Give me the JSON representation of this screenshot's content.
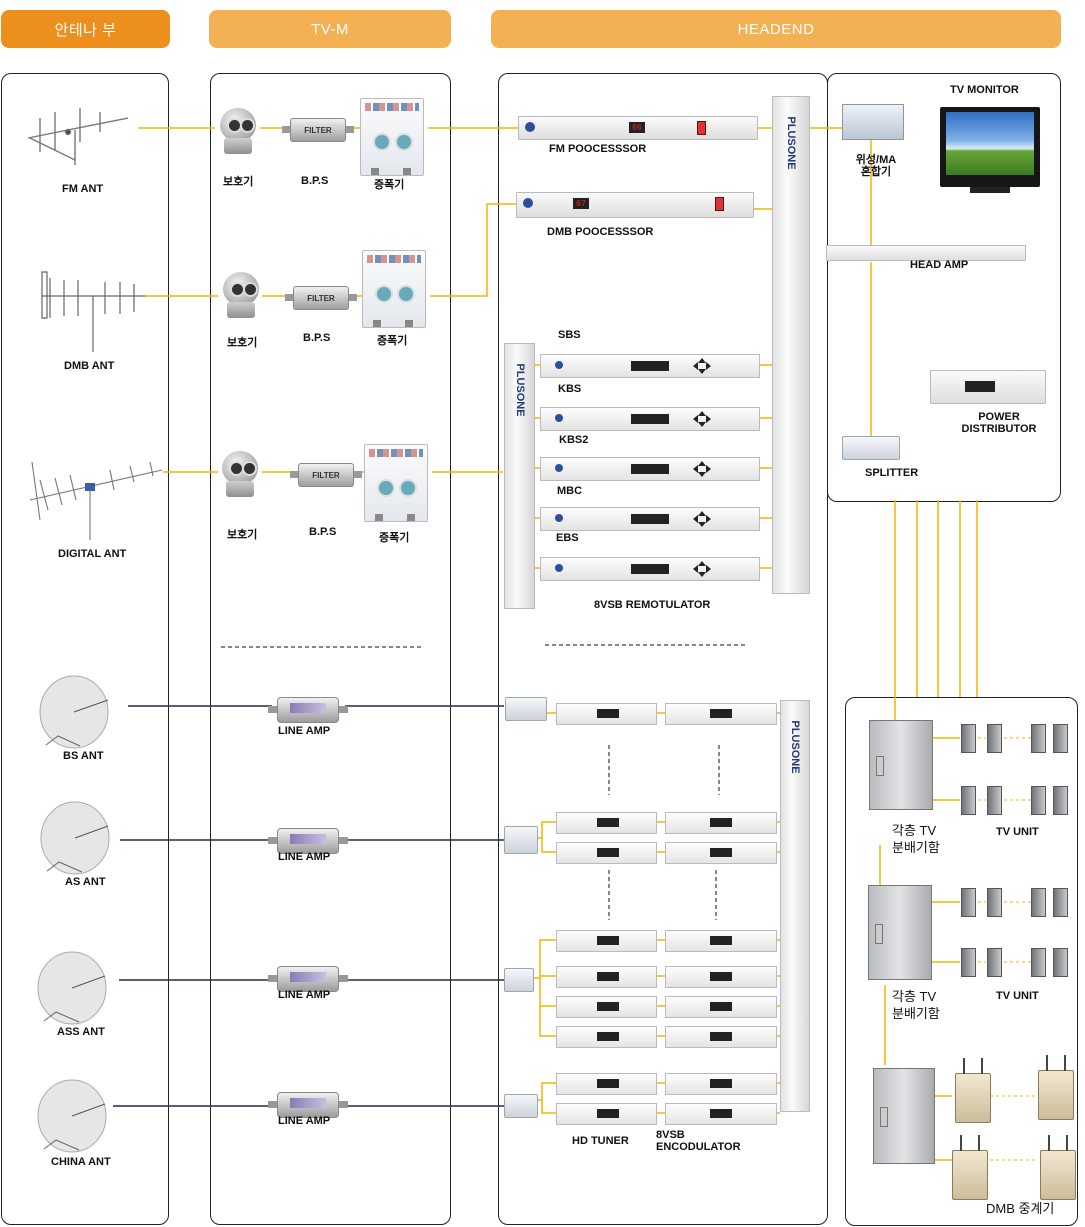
{
  "headers": {
    "antenna": "안테나 부",
    "tvm": "TV-M",
    "headend": "HEADEND"
  },
  "colors": {
    "header_orange": "#ec8f1c",
    "header_light": "#f3b154",
    "line_yellow": "#f5b400",
    "line_navy": "#1f2f4a"
  },
  "antennas": {
    "fm": "FM ANT",
    "dmb": "DMB ANT",
    "digital": "DIGITAL ANT",
    "bs": "BS ANT",
    "as": "AS ANT",
    "ass": "ASS ANT",
    "china": "CHINA ANT"
  },
  "tvm": {
    "protector": "보호기",
    "bps": "B.P.S",
    "amplifier": "증폭기",
    "line_amp": "LINE AMP",
    "filter_text": "FILTER"
  },
  "headend": {
    "fm_processor": "FM POOCESSSOR",
    "dmb_processor": "DMB POOCESSSOR",
    "channels": [
      "SBS",
      "KBS",
      "KBS2",
      "MBC",
      "EBS"
    ],
    "remodulator": "8VSB REMOTULATOR",
    "hd_tuner": "HD TUNER",
    "encodulator": "8VSB\nENCODULATOR",
    "brand": "PLUSONE",
    "fm_display": "06",
    "dmb_display": "07"
  },
  "monitor_panel": {
    "tv_monitor": "TV MONITOR",
    "mixer": "위성/MA\n혼합기",
    "head_amp": "HEAD AMP",
    "power_distributor": "POWER\nDISTRIBUTOR",
    "splitter": "SPLITTER"
  },
  "distribution": {
    "cabinet_1": "각층 TV\n분배기함",
    "cabinet_2": "각층 TV\n분배기함",
    "tv_unit_1": "TV UNIT",
    "tv_unit_2": "TV UNIT",
    "dmb_repeater": "DMB 중계기"
  }
}
